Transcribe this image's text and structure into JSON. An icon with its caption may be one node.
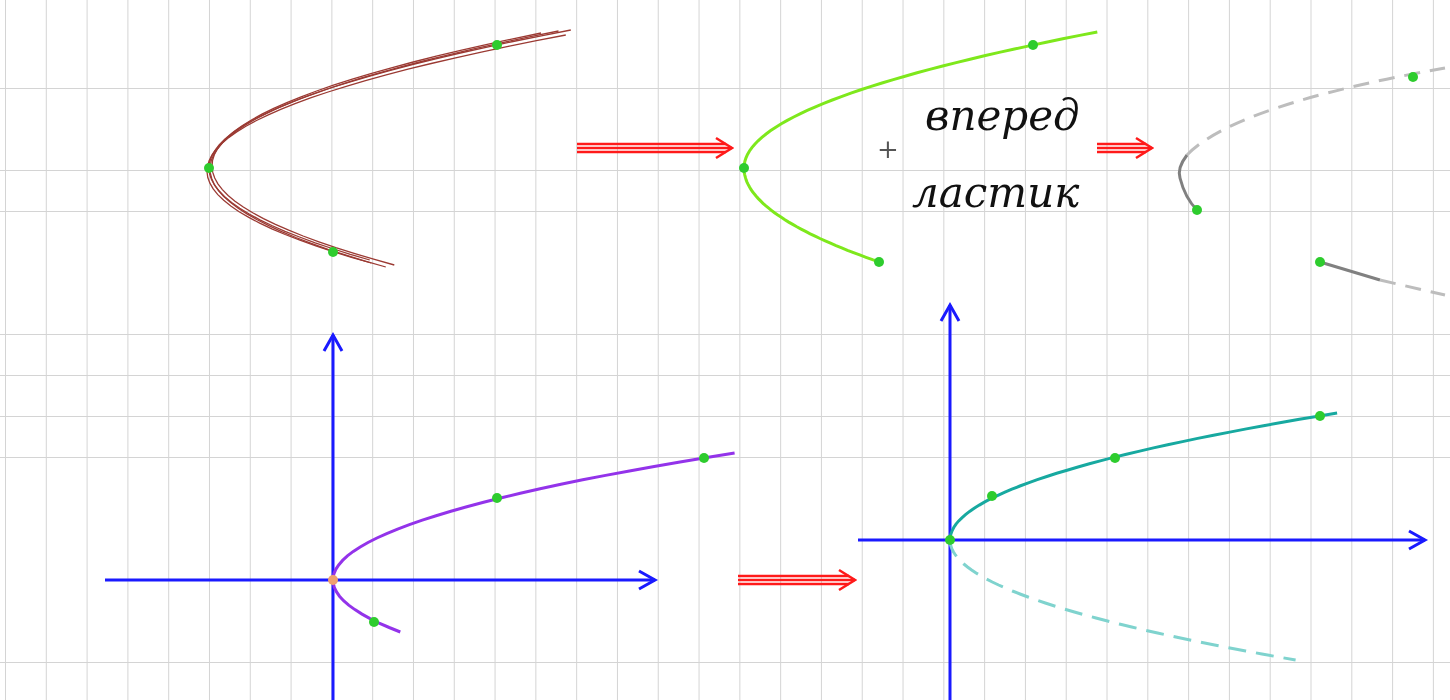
{
  "diagram": {
    "nodes": [
      {
        "text": [],
        "shape": "picture"
      },
      {
        "text": [],
        "shape": "picture"
      },
      {
        "text": [],
        "shape": "picture"
      },
      {
        "text": [],
        "shape": "picture"
      },
      {
        "text": [],
        "shape": "picture"
      }
    ],
    "edges": [
      {
        "from": 0,
        "to": 1,
        "arrow": "to"
      },
      {
        "from": 1,
        "to": 2,
        "arrow": "to"
      },
      {
        "from": 3,
        "to": 4,
        "arrow": "to"
      }
    ],
    "labels": [
      "+",
      "вперед",
      "ластик"
    ]
  }
}
